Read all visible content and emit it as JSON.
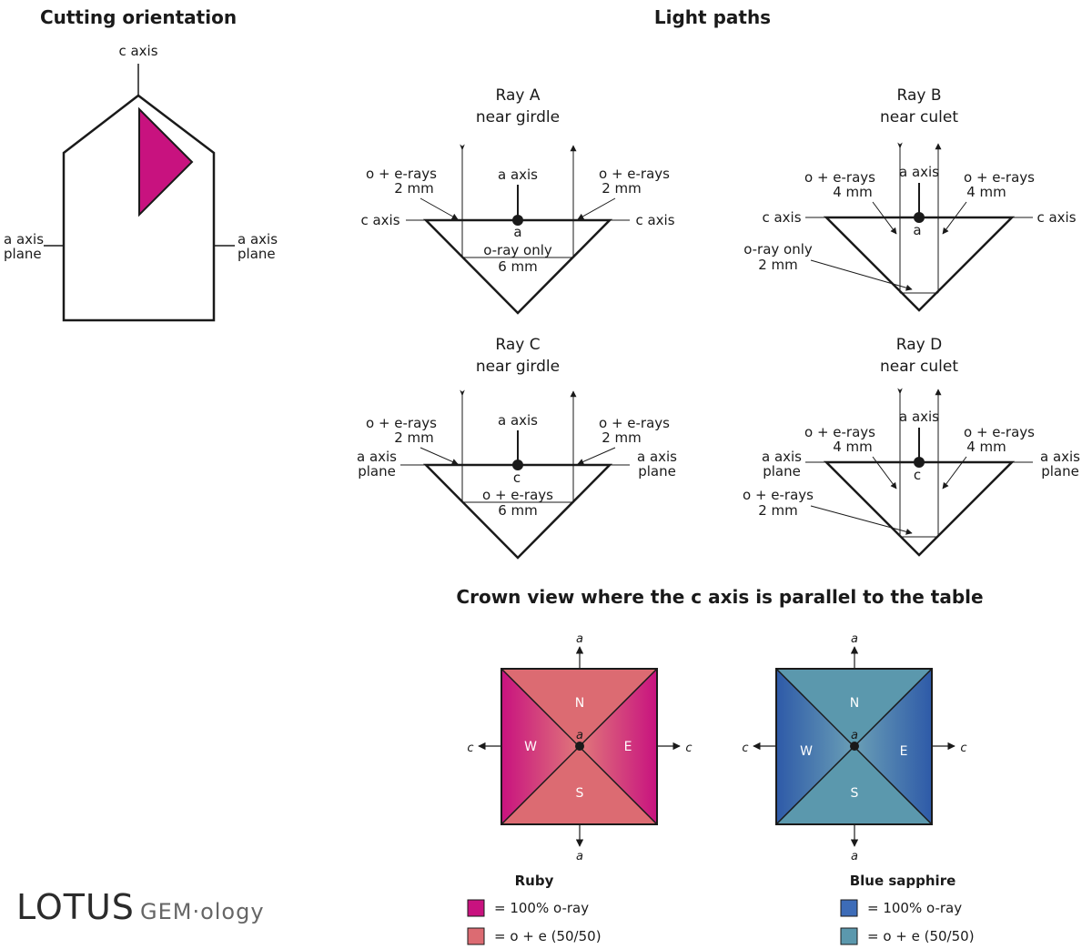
{
  "titles": {
    "cutting": "Cutting orientation",
    "light": "Light paths",
    "crown": "Crown view where the c axis is parallel to the table"
  },
  "cutting": {
    "c_axis": "c axis",
    "a_axis_plane_left_1": "a axis",
    "a_axis_plane_left_2": "plane",
    "a_axis_plane_right_1": "a axis",
    "a_axis_plane_right_2": "plane"
  },
  "panels": {
    "A": {
      "title1": "Ray A",
      "title2": "near girdle",
      "left1": "o + e-rays",
      "left2": "2 mm",
      "right1": "o + e-rays",
      "right2": "2 mm",
      "axis": "a axis",
      "side_left": "c axis",
      "side_right": "c axis",
      "dot_label": "a",
      "inner1": "o-ray only",
      "inner2": "6 mm"
    },
    "B": {
      "title1": "Ray B",
      "title2": "near culet",
      "left1": "o + e-rays",
      "left2": "4 mm",
      "right1": "o + e-rays",
      "right2": "4 mm",
      "axis": "a axis",
      "side_left": "c axis",
      "side_right": "c axis",
      "dot_label": "a",
      "inner1": "o-ray only",
      "inner2": "2 mm"
    },
    "C": {
      "title1": "Ray C",
      "title2": "near girdle",
      "left1": "o + e-rays",
      "left2": "2 mm",
      "right1": "o + e-rays",
      "right2": "2 mm",
      "axis": "a axis",
      "side_left1": "a axis",
      "side_left2": "plane",
      "side_right1": "a axis",
      "side_right2": "plane",
      "dot_label": "c",
      "inner1": "o + e-rays",
      "inner2": "6 mm"
    },
    "D": {
      "title1": "Ray D",
      "title2": "near culet",
      "left1": "o + e-rays",
      "left2": "4 mm",
      "right1": "o + e-rays",
      "right2": "4 mm",
      "axis": "a axis",
      "side_left1": "a axis",
      "side_left2": "plane",
      "side_right1": "a axis",
      "side_right2": "plane",
      "dot_label": "c",
      "inner1": "o + e-rays",
      "inner2": "2 mm"
    }
  },
  "crown": {
    "axis_a": "a",
    "axis_c": "c",
    "center_a": "a",
    "north": "N",
    "east": "E",
    "south": "S",
    "west": "W"
  },
  "legend": {
    "ruby": {
      "title": "Ruby",
      "item1": "= 100% o-ray",
      "item2": "= o + e (50/50)",
      "color1": "#c8127f",
      "color2": "#dc6b72"
    },
    "sapphire": {
      "title": "Blue sapphire",
      "item1": "= 100% o-ray",
      "item2": "= o + e (50/50)",
      "color1": "#3d6cb8",
      "color2": "#5b98ad"
    }
  },
  "logo": {
    "main": "LOTUS",
    "sub": "GEM·ology"
  }
}
